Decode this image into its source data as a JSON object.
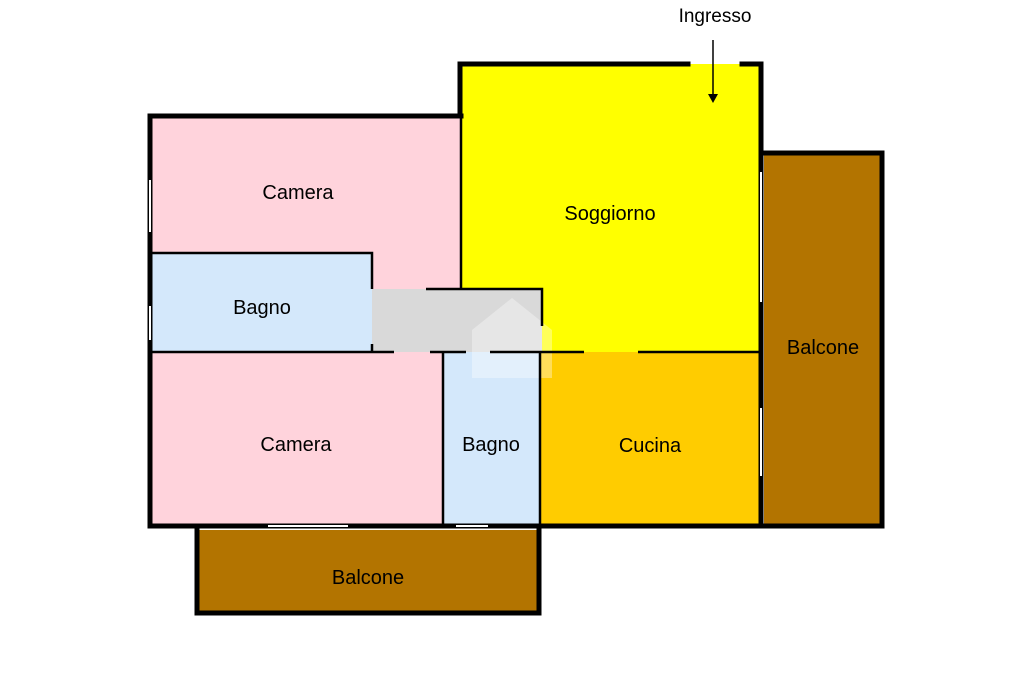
{
  "plan": {
    "entrance_label": "Ingresso",
    "rooms": {
      "camera_top": "Camera",
      "bagno_left": "Bagno",
      "soggiorno": "Soggiorno",
      "camera_bottom": "Camera",
      "bagno_small": "Bagno",
      "cucina": "Cucina",
      "balcone_right": "Balcone",
      "balcone_bottom": "Balcone"
    }
  },
  "colors": {
    "camera": "#ffd3dc",
    "bagno": "#d4e8fb",
    "soggiorno": "#ffff00",
    "cucina": "#ffcc00",
    "balcone": "#b37400",
    "corridoio": "#d9d9d9",
    "wall": "#000000"
  }
}
